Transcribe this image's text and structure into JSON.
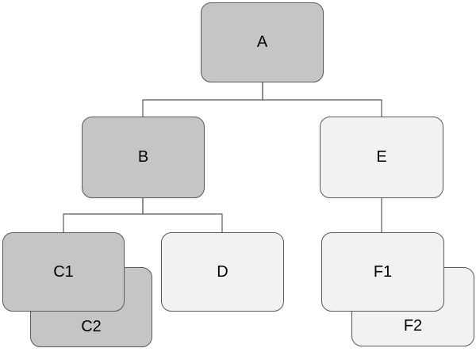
{
  "diagram": {
    "type": "tree",
    "colors": {
      "background": "#ffffff",
      "dark_fill": "#c5c5c5",
      "light_fill": "#f2f2f2",
      "border": "#595959",
      "line": "#595959",
      "text": "#000000"
    },
    "nodes": [
      {
        "id": "A",
        "label": "A",
        "variant": "dark"
      },
      {
        "id": "B",
        "label": "B",
        "variant": "dark"
      },
      {
        "id": "E",
        "label": "E",
        "variant": "light"
      },
      {
        "id": "C1",
        "label": "C1",
        "variant": "dark"
      },
      {
        "id": "C2",
        "label": "C2",
        "variant": "dark",
        "stacked_behind": "C1"
      },
      {
        "id": "D",
        "label": "D",
        "variant": "light"
      },
      {
        "id": "F1",
        "label": "F1",
        "variant": "light"
      },
      {
        "id": "F2",
        "label": "F2",
        "variant": "light",
        "stacked_behind": "F1"
      }
    ],
    "edges": [
      {
        "from": "A",
        "to": "B"
      },
      {
        "from": "A",
        "to": "E"
      },
      {
        "from": "B",
        "to": "C1"
      },
      {
        "from": "B",
        "to": "D"
      },
      {
        "from": "E",
        "to": "F1"
      }
    ]
  }
}
